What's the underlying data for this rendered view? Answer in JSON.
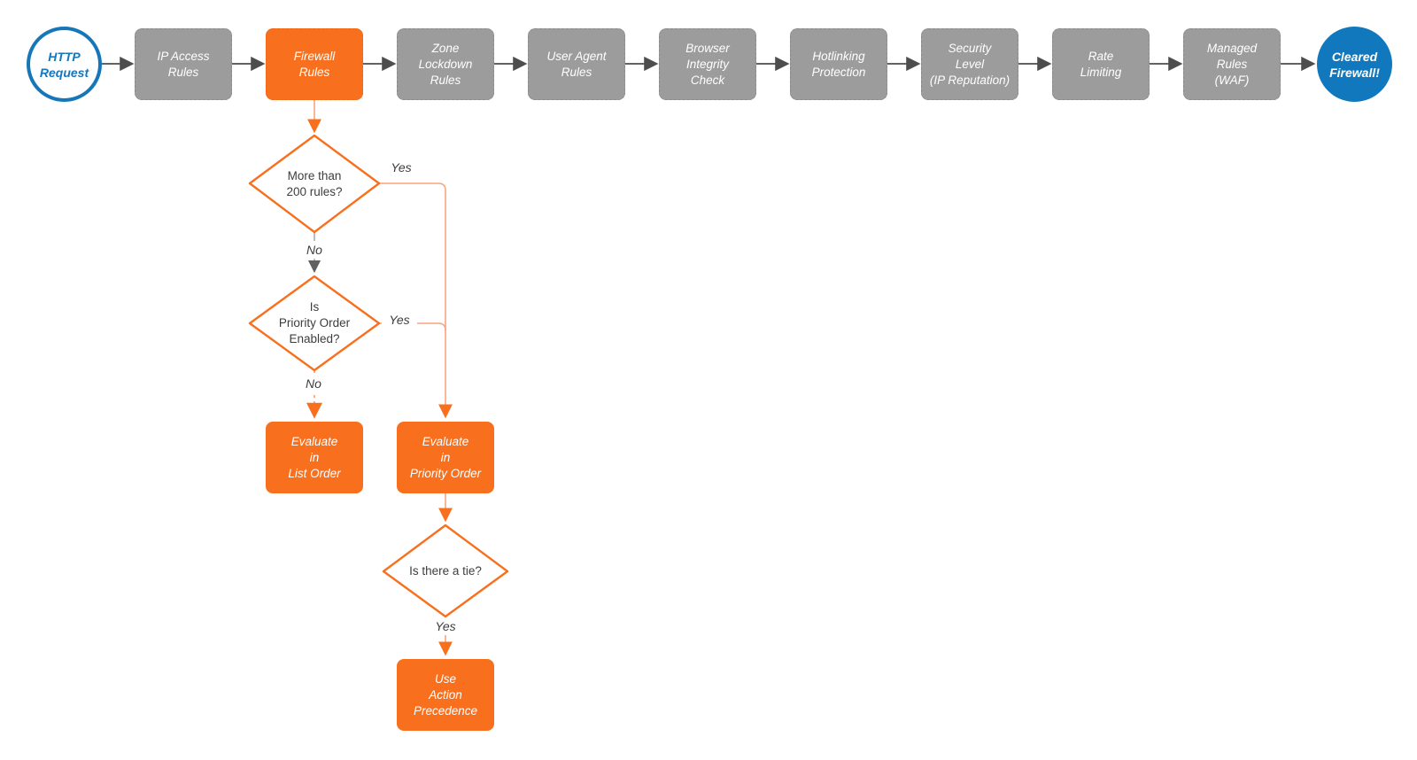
{
  "colors": {
    "orange": "#F8701D",
    "salmon_connector": "#F9A47F",
    "gray_stage": "#9C9C9C",
    "blue": "#1178BD",
    "dark_connector": "#4D4D4D",
    "text_dark": "#3D3D3D"
  },
  "start": {
    "label": "HTTP\nRequest"
  },
  "end": {
    "label": "Cleared\nFirewall!"
  },
  "stages": [
    {
      "label": "IP Access\nRules",
      "active": false
    },
    {
      "label": "Firewall\nRules",
      "active": true
    },
    {
      "label": "Zone\nLockdown\nRules",
      "active": false
    },
    {
      "label": "User Agent\nRules",
      "active": false
    },
    {
      "label": "Browser\nIntegrity\nCheck",
      "active": false
    },
    {
      "label": "Hotlinking\nProtection",
      "active": false
    },
    {
      "label": "Security\nLevel\n(IP Reputation)",
      "active": false
    },
    {
      "label": "Rate\nLimiting",
      "active": false
    },
    {
      "label": "Managed\nRules\n(WAF)",
      "active": false
    }
  ],
  "decisions": [
    {
      "label": "More than\n200 rules?"
    },
    {
      "label": "Is\nPriority Order\nEnabled?"
    },
    {
      "label": "Is there a tie?"
    }
  ],
  "actions": [
    {
      "label": "Evaluate\nin\nList Order"
    },
    {
      "label": "Evaluate\nin\nPriority Order"
    },
    {
      "label": "Use\nAction\nPrecedence"
    }
  ],
  "edge_labels": {
    "decision1_yes": "Yes",
    "decision1_no": "No",
    "decision2_yes": "Yes",
    "decision2_no": "No",
    "decision3_yes": "Yes"
  }
}
